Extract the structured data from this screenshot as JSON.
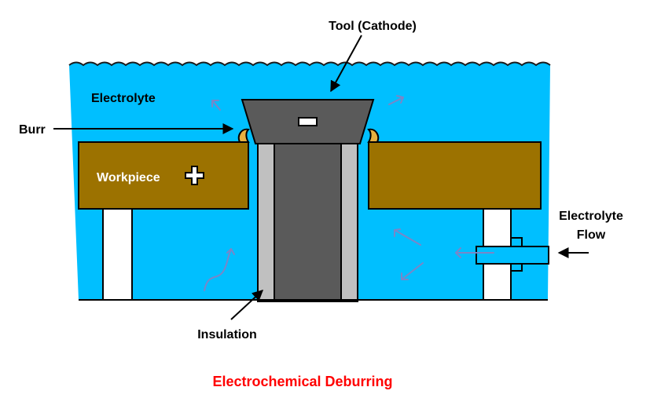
{
  "labels": {
    "tool": "Tool (Cathode)",
    "electrolyte": "Electrolyte",
    "burr": "Burr",
    "workpiece": "Workpiece",
    "electrolyte_flow_line1": "Electrolyte",
    "electrolyte_flow_line2": "Flow",
    "insulation": "Insulation",
    "caption": "Electrochemical Deburring"
  },
  "symbols": {
    "tool_polarity": "minus",
    "workpiece_polarity": "plus"
  },
  "colors": {
    "electrolyte": "#00bfff",
    "workpiece": "#9c7200",
    "tool": "#5a5a5a",
    "insulation": "#c0c0c0",
    "burr": "#e8b040",
    "flow_arrow": "#7a86c8",
    "caption": "#ff0000"
  }
}
